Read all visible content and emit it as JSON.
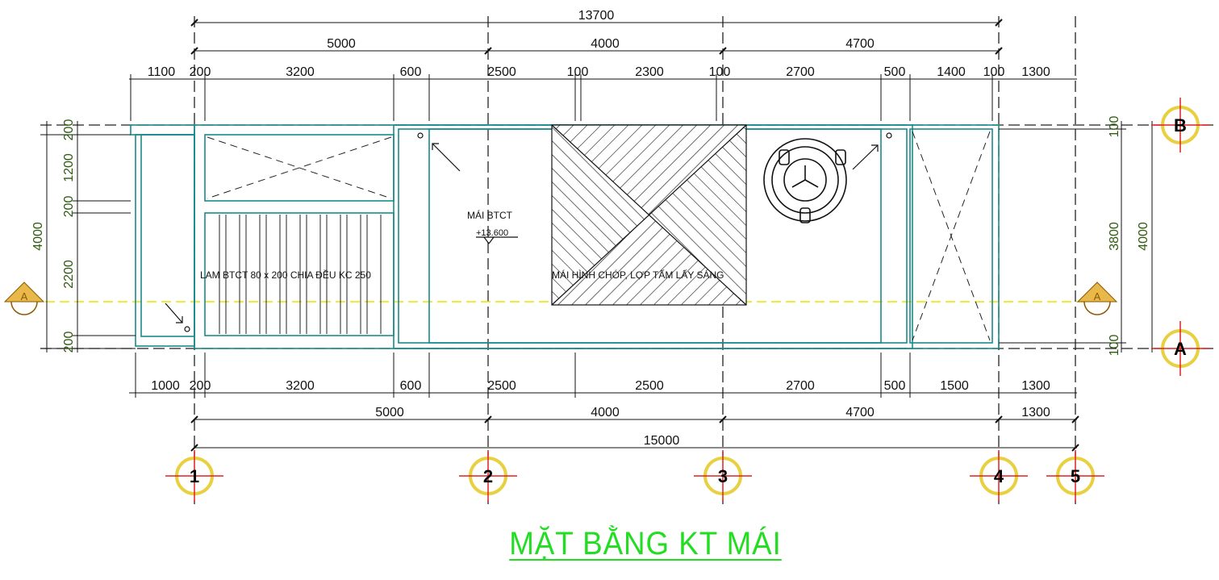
{
  "title": "MẶT BẰNG KT MÁI",
  "colors": {
    "wall": "#1a8a8a",
    "dim": "#111111",
    "dim_text_vertical": "#2e5b0f",
    "axis_bubble": "#f2e45a",
    "axis_cross": "#e02020",
    "section_line": "#e6e600",
    "title": "#22dd22"
  },
  "dims_top": {
    "overall": "13700",
    "row2": [
      "5000",
      "4000",
      "4700"
    ],
    "row3": [
      "1100",
      "200",
      "3200",
      "600",
      "2500",
      "100",
      "2300",
      "100",
      "2700",
      "500",
      "1400",
      "100",
      "1300"
    ]
  },
  "dims_bottom": {
    "row1": [
      "1000",
      "200",
      "3200",
      "600",
      "2500",
      "2500",
      "2700",
      "500",
      "1500",
      "1300"
    ],
    "row2": [
      "5000",
      "4000",
      "4700",
      "1300"
    ],
    "overall": "15000"
  },
  "dims_left": {
    "detail": [
      "200",
      "1200",
      "200",
      "2200",
      "200"
    ],
    "overall": "4000"
  },
  "dims_right": {
    "detail": [
      "100",
      "3800",
      "100"
    ],
    "overall": "4000"
  },
  "grid_axes_horizontal": [
    "1",
    "2",
    "3",
    "4",
    "5"
  ],
  "grid_axes_vertical": [
    "B",
    "A"
  ],
  "section_marks": [
    "A",
    "A"
  ],
  "annotations": {
    "roof_label": "MÁI BTCT",
    "roof_level": "+13.600",
    "louver_note": "LAM BTCT 80 x 200 CHIA ĐỀU KC 250",
    "hip_roof_note": "MÁI HÌNH CHÓP, LỢP TẤM LẤY SÁNG"
  }
}
